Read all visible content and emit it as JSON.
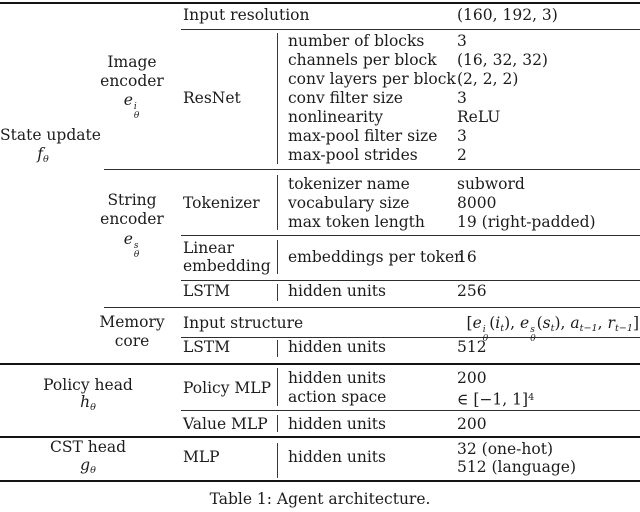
{
  "caption": "Table 1: Agent architecture.",
  "groups": {
    "state_update": {
      "label": "State update",
      "math": [
        {
          "text": "f",
          "italic": true,
          "sub": "θ"
        }
      ]
    },
    "policy_head": {
      "label": "Policy head",
      "math": [
        {
          "text": "h",
          "italic": true,
          "sub": "θ"
        }
      ]
    },
    "cst_head": {
      "label": "CST head",
      "math": [
        {
          "text": "g",
          "italic": true,
          "sub": "θ"
        }
      ]
    }
  },
  "subgroups": {
    "image_encoder": {
      "line1": "Image",
      "line2": "encoder",
      "math": [
        {
          "text": "e",
          "italic": true,
          "sup": "i",
          "sub": "θ"
        }
      ]
    },
    "string_encoder": {
      "line1": "String",
      "line2": "encoder",
      "math": [
        {
          "text": "e",
          "italic": true,
          "sup": "s",
          "sub": "θ"
        }
      ]
    },
    "memory_core": {
      "line1": "Memory",
      "line2": "core"
    }
  },
  "input_resolution": {
    "label": "Input resolution",
    "value": "(160, 192, 3)"
  },
  "resnet": {
    "module": "ResNet",
    "params": [
      {
        "name": "number of blocks",
        "value": "3"
      },
      {
        "name": "channels per block",
        "value": "(16, 32, 32)"
      },
      {
        "name": "conv layers per block",
        "value": "(2, 2, 2)"
      },
      {
        "name": "conv filter size",
        "value": "3"
      },
      {
        "name": "nonlinearity",
        "value": "ReLU"
      },
      {
        "name": "max-pool filter size",
        "value": "3"
      },
      {
        "name": "max-pool strides",
        "value": "2"
      }
    ]
  },
  "tokenizer": {
    "module": "Tokenizer",
    "params": [
      {
        "name": "tokenizer name",
        "value": "subword"
      },
      {
        "name": "vocabulary size",
        "value": "8000"
      },
      {
        "name": "max token length",
        "value": "19 (right-padded)"
      }
    ]
  },
  "linear_embedding": {
    "module_line1": "Linear",
    "module_line2": "embedding",
    "param": "embeddings per token",
    "value": "16"
  },
  "string_lstm": {
    "module": "LSTM",
    "param": "hidden units",
    "value": "256"
  },
  "input_structure": {
    "label": "Input structure",
    "value_math": [
      {
        "text": "["
      },
      {
        "text": "e",
        "italic": true,
        "sup": "i",
        "sub": "θ"
      },
      {
        "text": "("
      },
      {
        "text": "i",
        "italic": true,
        "sub": "t"
      },
      {
        "text": "), "
      },
      {
        "text": "e",
        "italic": true,
        "sup": "s",
        "sub": "θ"
      },
      {
        "text": "("
      },
      {
        "text": "s",
        "italic": true,
        "sub": "t"
      },
      {
        "text": "), "
      },
      {
        "text": "a",
        "italic": true,
        "sub": "t−1"
      },
      {
        "text": ", "
      },
      {
        "text": "r",
        "italic": true,
        "sub": "t−1"
      },
      {
        "text": "]"
      }
    ]
  },
  "memory_lstm": {
    "module": "LSTM",
    "param": "hidden units",
    "value": "512"
  },
  "policy_mlp": {
    "module": "Policy MLP",
    "param1": "hidden units",
    "value1": "200",
    "param2": "action space",
    "value2_math": [
      {
        "text": "∈ [−1, 1]",
        "sup": "4"
      }
    ]
  },
  "value_mlp": {
    "module": "Value MLP",
    "param": "hidden units",
    "value": "200"
  },
  "cst_mlp": {
    "module": "MLP",
    "param": "hidden units",
    "value1": "32 (one-hot)",
    "value2": "512 (language)"
  }
}
